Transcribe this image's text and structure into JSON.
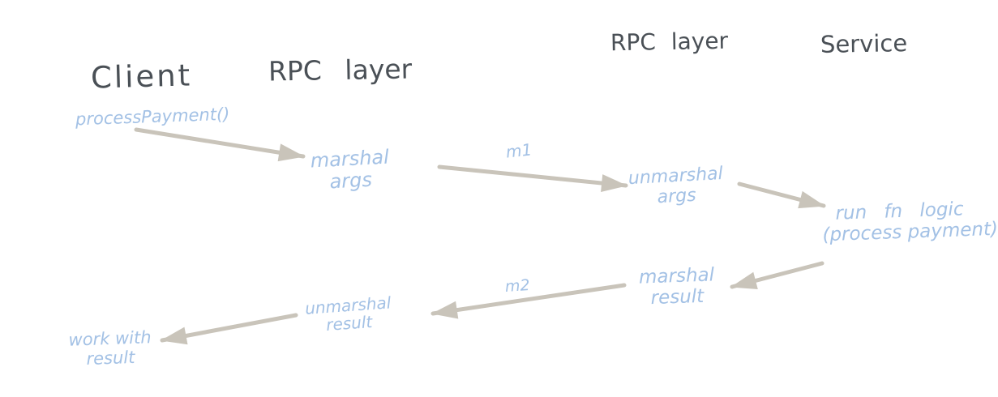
{
  "colors": {
    "background": "#ffffff",
    "heading_ink": "#4a5056",
    "annotation_ink": "#a3c1e5",
    "arrow": "#c9c4ba"
  },
  "columns": {
    "client": "Client",
    "rpc_layer_left": "RPC layer",
    "rpc_layer_right": "RPC layer",
    "service": "Service"
  },
  "steps": {
    "process_payment_call": "processPayment()",
    "marshal_args_line1": "marshal",
    "marshal_args_line2": "args",
    "unmarshal_args_line1": "unmarshal",
    "unmarshal_args_line2": "args",
    "run_fn_logic_line1": "run fn logic",
    "run_fn_logic_line2": "(process payment)",
    "marshal_result_line1": "marshal",
    "marshal_result_line2": "result",
    "unmarshal_result_line1": "unmarshal",
    "unmarshal_result_line2": "result",
    "work_with_result_line1": "work with",
    "work_with_result_line2": "result"
  },
  "message_labels": {
    "m1": "m1",
    "m2": "m2"
  }
}
